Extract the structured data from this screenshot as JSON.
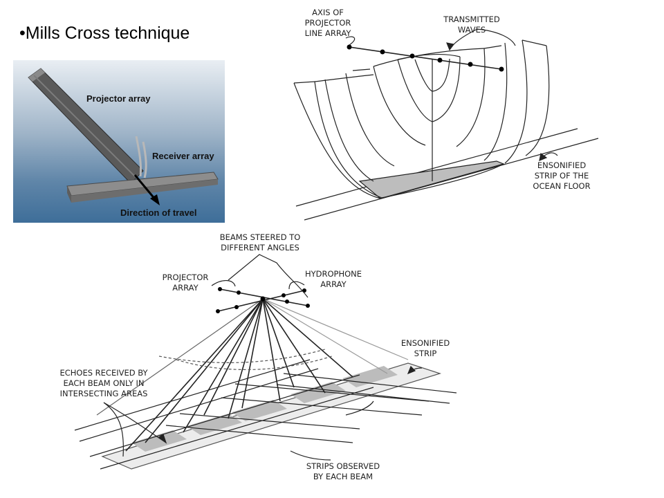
{
  "title": "•Mills Cross technique",
  "photo": {
    "projector_label": "Projector array",
    "receiver_label": "Receiver array",
    "travel_label": "Direction of travel"
  },
  "diagram1": {
    "axis_label": [
      "AXIS OF",
      "PROJECTOR",
      "LINE ARRAY"
    ],
    "waves_label": [
      "TRANSMITTED",
      "WAVES"
    ],
    "strip_label": [
      "ENSONIFIED",
      "STRIP OF THE",
      "OCEAN FLOOR"
    ]
  },
  "diagram2": {
    "beams_label": [
      "BEAMS STEERED TO",
      "DIFFERENT ANGLES"
    ],
    "projector_label": [
      "PROJECTOR",
      "ARRAY"
    ],
    "hydrophone_label": [
      "HYDROPHONE",
      "ARRAY"
    ],
    "ensonified_label": [
      "ENSONIFIED",
      "STRIP"
    ],
    "echoes_label": [
      "ECHOES RECEIVED BY",
      "EACH BEAM ONLY IN",
      "INTERSECTING AREAS"
    ],
    "strips_label": [
      "STRIPS OBSERVED",
      "BY EACH BEAM"
    ]
  }
}
